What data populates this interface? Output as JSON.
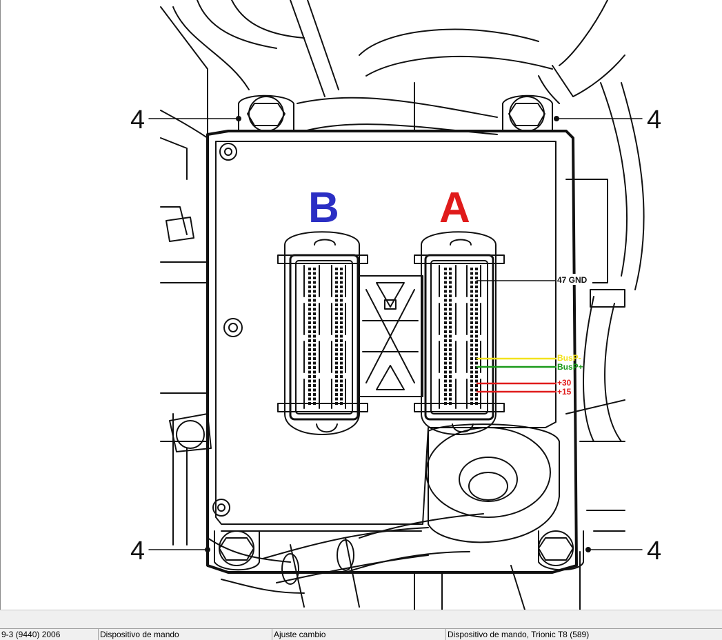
{
  "diagram": {
    "connector_b": "B",
    "connector_a": "A",
    "callouts": [
      "4",
      "4",
      "4",
      "4"
    ],
    "pins": {
      "gnd": "47 GND",
      "busp_minus": "BusP-",
      "busp_plus": "BusP+",
      "plus30": "+30",
      "plus15": "+15"
    },
    "colors": {
      "connector_b": "#2b2fc4",
      "connector_a": "#e01b1b",
      "busp_minus": "#f2e21b",
      "busp_plus": "#1a9a1a",
      "plus30": "#e01b1b",
      "plus15": "#e01b1b"
    }
  },
  "status_bar": {
    "cells": [
      "9-3 (9440) 2006",
      "Dispositivo de mando",
      "Ajuste cambio",
      "Dispositivo de mando, Trionic T8 (589)"
    ]
  }
}
